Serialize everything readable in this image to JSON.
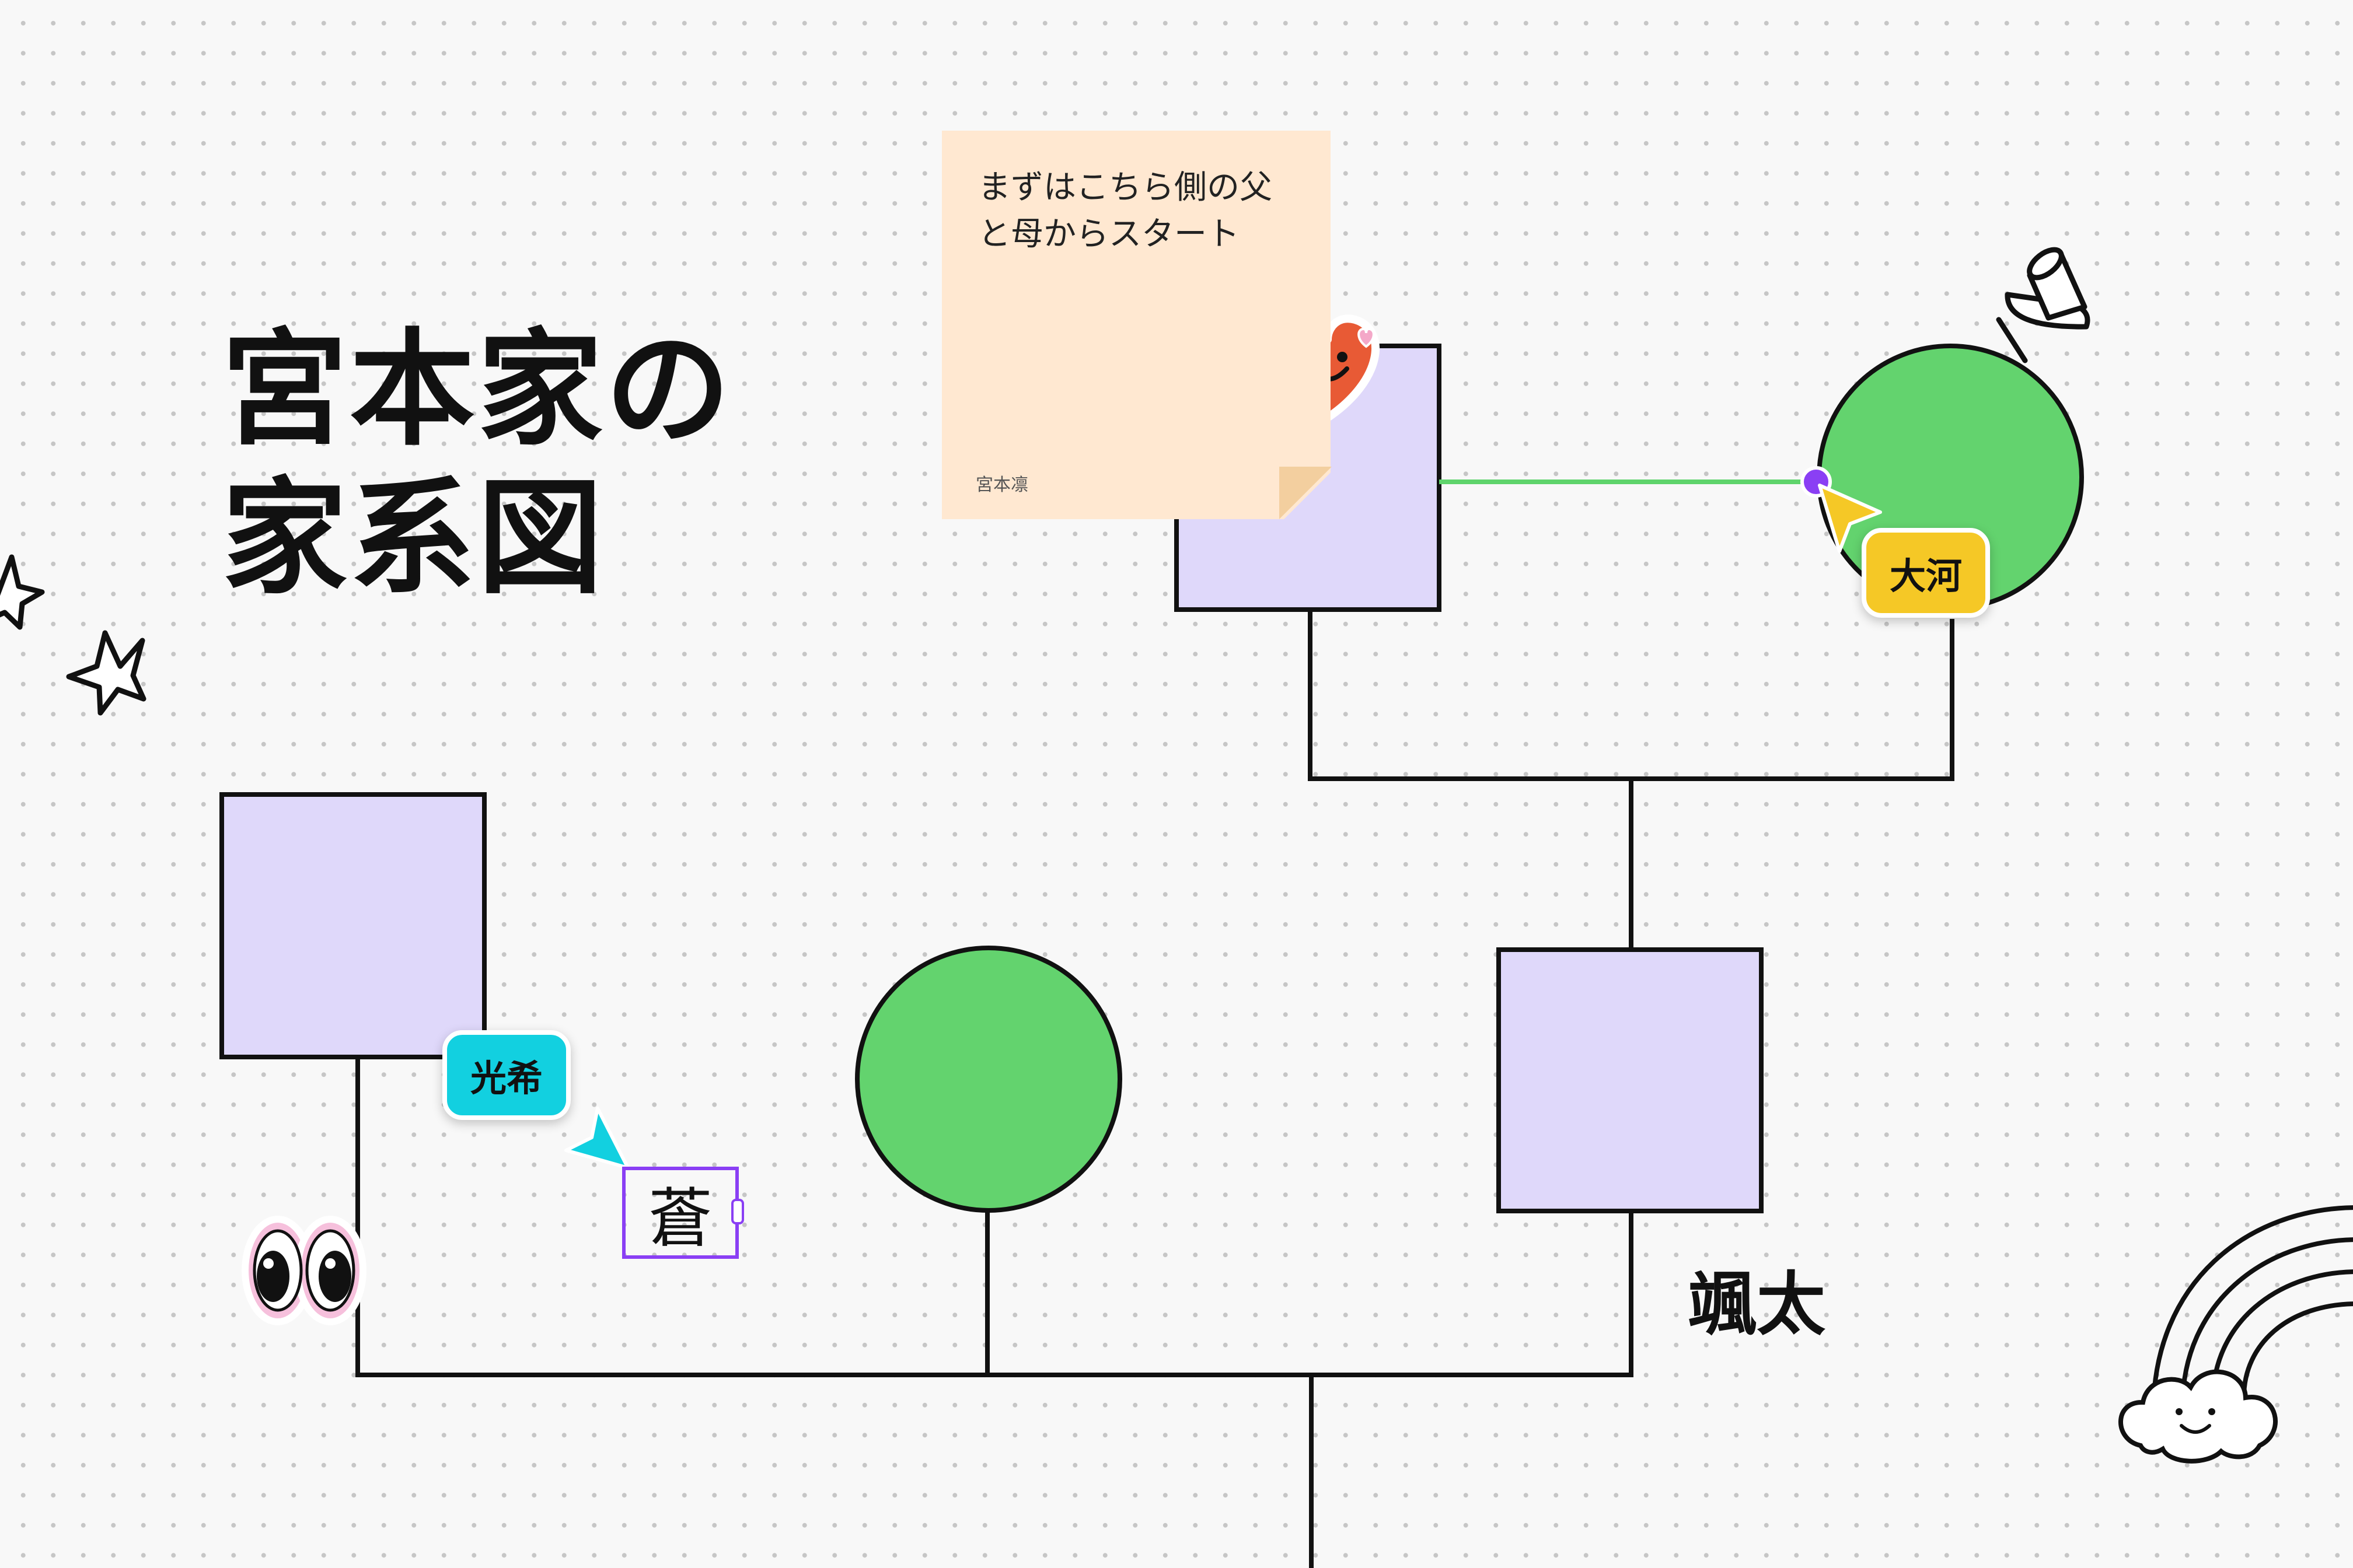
{
  "board": {
    "title_line1": "宮本家の",
    "title_line2": "家系図"
  },
  "sticky_note": {
    "text": "まずはこちら側の父と母からスタート",
    "author": "宮本凛"
  },
  "cursors": [
    {
      "name": "大河",
      "color": "#f5c826"
    },
    {
      "name": "光希",
      "color": "#12d0e0"
    }
  ],
  "text_nodes": {
    "editing_text": "蒼",
    "child_name": "颯太"
  },
  "colors": {
    "male_fill": "#dfd8fa",
    "female_fill": "#63d36e",
    "connector": "#5fd46c",
    "selection": "#8a3ff4",
    "line": "#111111"
  },
  "stickers": [
    "heart-face-sticker",
    "eyes-sticker",
    "top-hat-sticker",
    "star-doodles",
    "rainbow-cloud-doodle"
  ]
}
